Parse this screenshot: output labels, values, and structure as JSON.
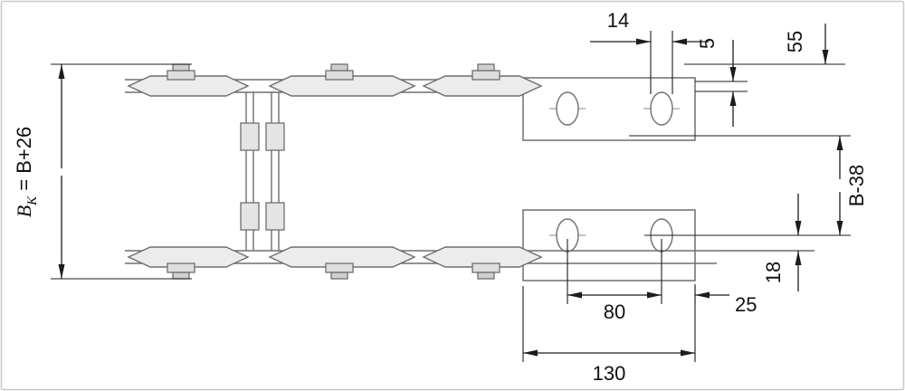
{
  "dimensions": {
    "bk": {
      "base": "B",
      "subscript": "K",
      "suffix": " = B+26"
    },
    "slot_width": "14",
    "plate_top_offset": "5",
    "top_height": "55",
    "plate_distance": "B-38",
    "bar_offset": "18",
    "hole_spacing": "80",
    "edge_distance": "25",
    "plate_width": "130"
  },
  "colors": {
    "part_outline": "#6e6e6e",
    "dimension_line": "#1c1c1c",
    "text": "#111111",
    "part_fill_light": "#ececec",
    "part_fill_mid": "#cfcfcf",
    "plate_fill": "#ffffff",
    "background": "#ffffff",
    "border": "#c9c9c9"
  }
}
